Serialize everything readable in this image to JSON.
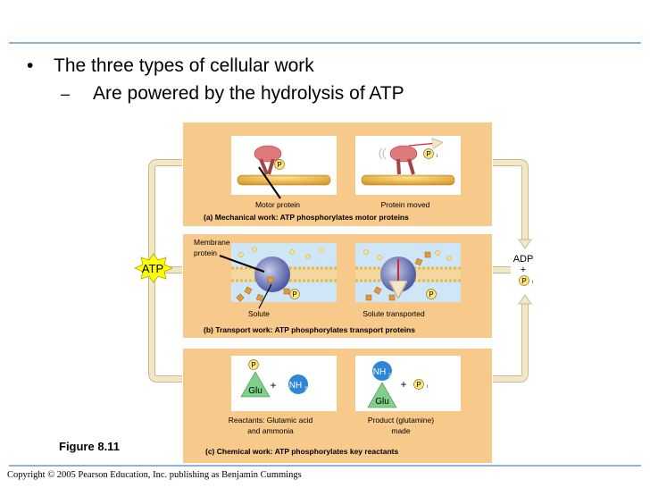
{
  "bullets": {
    "main": "The three types of cellular work",
    "sub": "Are powered by the hydrolysis of ATP"
  },
  "bullet_markers": {
    "main": "•",
    "sub": "–"
  },
  "diagram": {
    "atp": "ATP",
    "adp": "ADP",
    "plus": "+",
    "p": "P",
    "pi_sub": "i",
    "mechanical": {
      "motor_protein": "Motor protein",
      "protein_moved": "Protein moved",
      "caption": "(a) Mechanical work: ATP phosphorylates motor proteins"
    },
    "transport": {
      "membrane_protein_1": "Membrane",
      "membrane_protein_2": "protein",
      "solute": "Solute",
      "solute_transported": "Solute transported",
      "caption": "(b) Transport work: ATP phosphorylates transport proteins"
    },
    "chemical": {
      "glu": "Glu",
      "nh3": "NH",
      "nh3_sub": "3",
      "nh2": "NH",
      "nh2_sub": "2",
      "reactants_1": "Reactants: Glutamic acid",
      "reactants_2": "and ammonia",
      "product_1": "Product (glutamine)",
      "product_2": "made",
      "caption": "(c) Chemical work: ATP phosphorylates key reactants"
    }
  },
  "figure_label": "Figure 8.11",
  "copyright": "Copyright © 2005 Pearson Education, Inc. publishing as Benjamin Cummings",
  "colors": {
    "panel": "#f7c98a",
    "arrow": "#f2e8c8",
    "atp_star": "#ffff00",
    "phosphate": "#ffe57a",
    "accent_line": "#8fb3d9"
  }
}
